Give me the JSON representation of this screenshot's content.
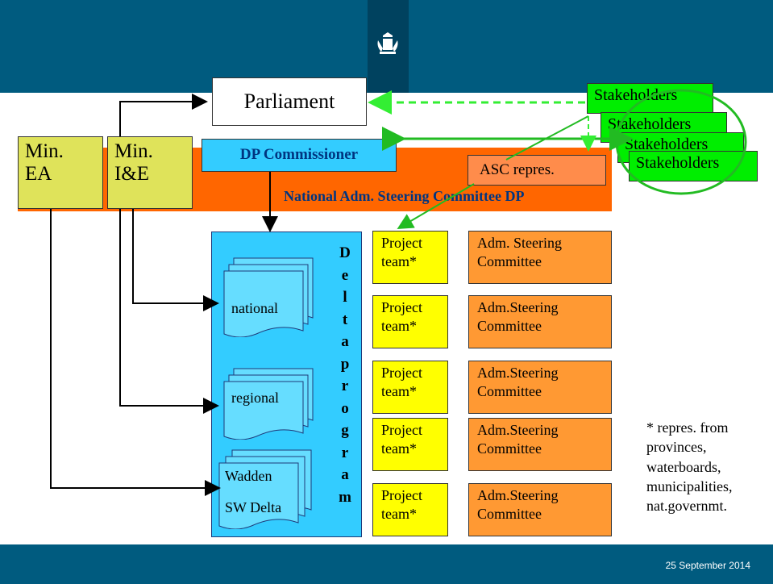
{
  "header": {
    "crest_icon": "dutch-royal-crest-icon"
  },
  "footer": {
    "date": "25 September 2014"
  },
  "ministries": [
    {
      "line1": "Min.",
      "line2": "EA"
    },
    {
      "line1": "Min.",
      "line2": "I&E"
    }
  ],
  "parliament": "Parliament",
  "dp_commissioner": "DP Commissioner",
  "asc_repres": "ASC repres.",
  "national_committee": "National Adm. Steering Committee DP",
  "stakeholders": [
    "Stakeholders",
    "Stakeholders",
    "Stakeholders",
    "Stakeholders"
  ],
  "deltaprogram": {
    "vertical_title": [
      "D",
      "e",
      "l",
      "t",
      "a",
      "p",
      "r",
      "o",
      "g",
      "r",
      "a",
      "m"
    ],
    "docs": [
      "national",
      "regional",
      "Wadden",
      "SW Delta"
    ]
  },
  "project_teams": [
    {
      "line1": "Project",
      "line2": "team*"
    },
    {
      "line1": "Project",
      "line2": "team*"
    },
    {
      "line1": "Project",
      "line2": "team*"
    },
    {
      "line1": "Project",
      "line2": "team*"
    },
    {
      "line1": "Project",
      "line2": "team*"
    }
  ],
  "steering_committees": [
    {
      "line1": "Adm. Steering",
      "line2": "Committee"
    },
    {
      "line1": "Adm.Steering",
      "line2": "Committee"
    },
    {
      "line1": "Adm.Steering",
      "line2": "Committee"
    },
    {
      "line1": "Adm.Steering",
      "line2": "Committee"
    },
    {
      "line1": "Adm.Steering",
      "line2": "Committee"
    }
  ],
  "footnote": [
    "* repres. from",
    "provinces,",
    "waterboards,",
    "municipalities,",
    "nat.governmt."
  ],
  "colors": {
    "header": "#005b7f",
    "band": "#ff6600",
    "dp": "#33ccff",
    "stakeholder": "#00ee00",
    "arrow_green": "#22bb22"
  }
}
